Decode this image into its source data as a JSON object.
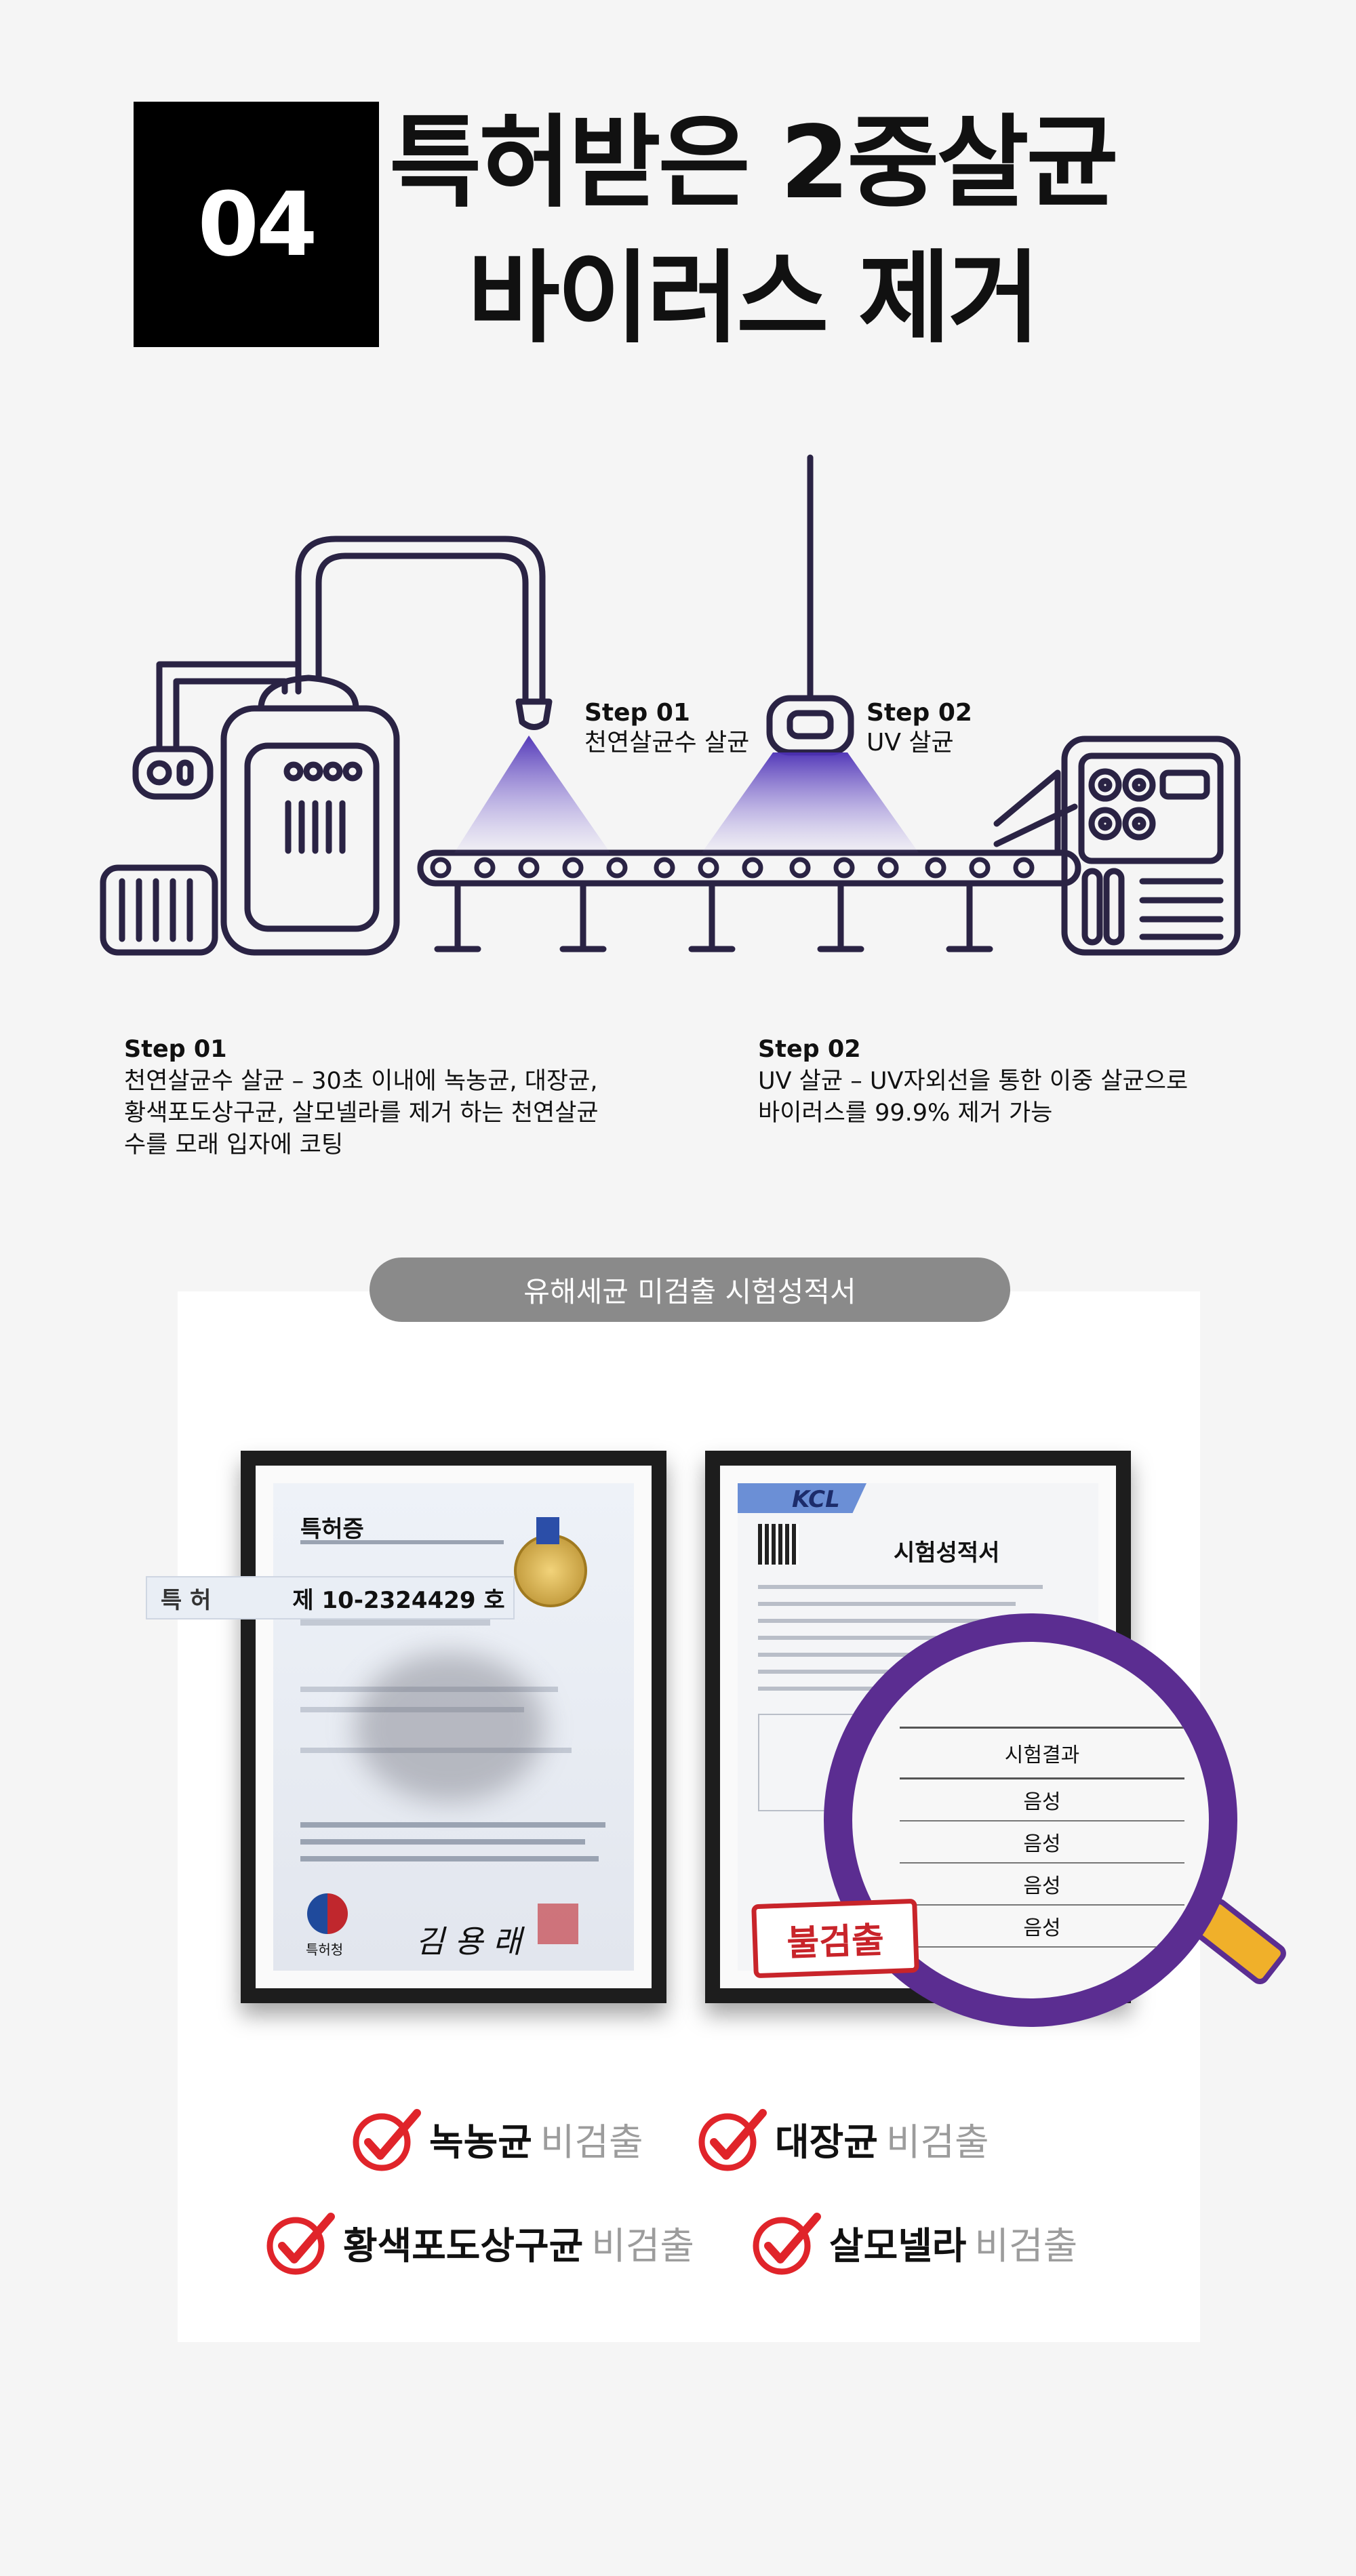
{
  "header": {
    "number": "04",
    "title_line1": "특허받은 2중살균",
    "title_line2": "바이러스 제거"
  },
  "illustration": {
    "step1_label": "Step 01",
    "step1_name": "천연살균수 살균",
    "step2_label": "Step 02",
    "step2_name": "UV 살균",
    "colors": {
      "line": "#2a2344",
      "spray": "#5a3fc0"
    }
  },
  "descriptions": {
    "step1": {
      "head": "Step 01",
      "lines": [
        "천연살균수 살균 – 30초 이내에 녹농균, 대장균,",
        "황색포도상구균, 살모넬라를 제거 하는 천연살균",
        "수를 모래 입자에 코팅"
      ]
    },
    "step2": {
      "head": "Step 02",
      "lines": [
        "UV 살균 – UV자외선을 통한 이중 살균으로",
        "바이러스를 99.9% 제거 가능"
      ]
    }
  },
  "certificates": {
    "banner": "유해세균 미검출 시험성적서",
    "patent": {
      "title": "특허증",
      "strip_prefix": "특 허",
      "strip_number": "제 10-2324429 호",
      "office": "특허청",
      "signature": "김 용 래"
    },
    "test_report": {
      "logo": "KCL",
      "title": "시험성적서",
      "magnifier_header": "시험결과",
      "results": [
        "음성",
        "음성",
        "음성",
        "음성"
      ],
      "stamp": "불검출"
    },
    "checks": [
      {
        "name": "녹농균",
        "status": "비검출"
      },
      {
        "name": "대장균",
        "status": "비검출"
      },
      {
        "name": "황색포도상구균",
        "status": "비검출"
      },
      {
        "name": "살모넬라",
        "status": "비검출"
      }
    ],
    "colors": {
      "check": "#e0242a",
      "magnifier": "#5b2d91",
      "handle": "#f0b02a",
      "stamp": "#c8242a"
    }
  }
}
